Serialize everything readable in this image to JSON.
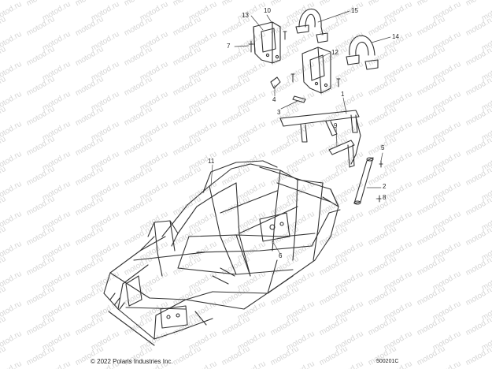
{
  "watermark": "motod.ru",
  "copyright": "© 2022 Polaris Industries Inc.",
  "ref_code": "500201C",
  "callouts": [
    "1",
    "2",
    "3",
    "4",
    "5",
    "6",
    "7",
    "8",
    "9",
    "10",
    "11",
    "12",
    "13",
    "14",
    "15"
  ]
}
